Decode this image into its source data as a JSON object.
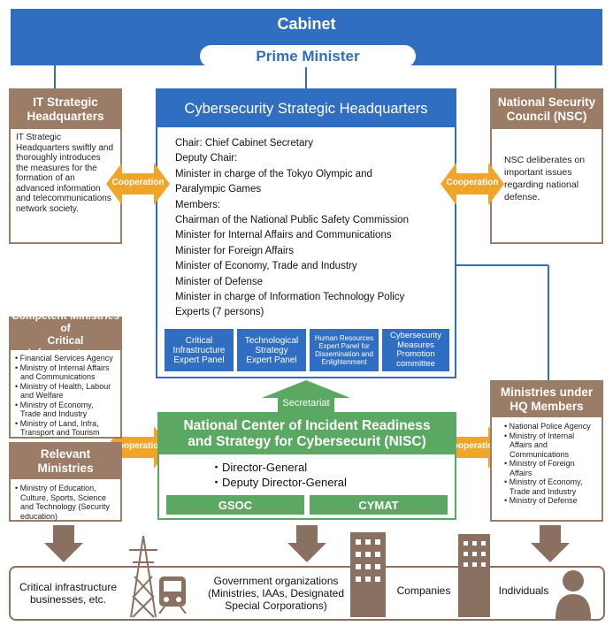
{
  "cabinet": {
    "title": "Cabinet",
    "pm": "Prime Minister"
  },
  "it_hq": {
    "title_line1": "IT Strategic",
    "title_line2": "Headquarters",
    "desc": "IT Strategic Headquarters swiftly and thoroughly introduces the measures for the formation of an advanced information and telecommunications network society."
  },
  "nsc": {
    "title_line1": "National Security",
    "title_line2": "Council (NSC)",
    "desc": "NSC deliberates on important issues regarding national defense."
  },
  "cshq": {
    "title": "Cybersecurity Strategic Headquarters",
    "lines": [
      "Chair: Chief Cabinet Secretary",
      "Deputy Chair:",
      "Minister in charge of the Tokyo Olympic and",
      "Paralympic Games",
      "Members:",
      "Chairman of the National Public Safety Commission",
      "Minister for Internal Affairs and Communications",
      "Minister for Foreign Affairs",
      "Minister of Economy, Trade and Industry",
      "Minister of Defense",
      "Minister in charge of Information Technology Policy",
      "Experts (7 persons)"
    ],
    "panels": [
      {
        "l1": "Critical",
        "l2": "Infrastructure",
        "l3": "Expert Panel",
        "l4": ""
      },
      {
        "l1": "Technological",
        "l2": "Strategy",
        "l3": "Expert Panel",
        "l4": ""
      },
      {
        "l1": "Human Resources",
        "l2": "Expert Panel for",
        "l3": "Dissemination and",
        "l4": "Enlightenment"
      },
      {
        "l1": "Cybersecurity",
        "l2": "Measures",
        "l3": "Promotion",
        "l4": "committee"
      }
    ]
  },
  "cooperation": "Cooperation",
  "secretariat": "Secretariat",
  "competent": {
    "title_line1": "Competent Ministries of",
    "title_line2": "Critical Infrastructures",
    "items": [
      "• Financial Services Agency",
      "• Ministry of Internal Affairs and Communications",
      "• Ministry of Health, Labour and Welfare",
      "• Ministry of Economy, Trade and Industry",
      "• Ministry of Land, Infra, Transport and Tourism"
    ]
  },
  "relevant": {
    "title_line1": "Relevant",
    "title_line2": "Ministries",
    "items": [
      "• Ministry of Education, Culture, Sports, Science and Technology (Security education)"
    ]
  },
  "nisc": {
    "title_line1": "National Center of Incident Readiness",
    "title_line2": "and Strategy for Cybersecurit (NISC)",
    "roles": [
      "・Director-General",
      "・Deputy Director-General"
    ],
    "units": [
      "GSOC",
      "CYMAT"
    ]
  },
  "hq_members": {
    "title_line1": "Ministries under",
    "title_line2": "HQ Members",
    "items": [
      "• National Police Agency",
      "• Ministry of Internal Affairs and Communications",
      "• Ministry of Foreign Affairs",
      "• Ministry of Economy, Trade and Industry",
      "• Ministry of Defense"
    ]
  },
  "bottom": {
    "critical": "Critical infrastructure businesses, etc.",
    "gov_line1": "Government organizations",
    "gov_line2": "(Ministries, IAAs, Designated",
    "gov_line3": "Special Corporations)",
    "companies": "Companies",
    "individuals": "Individuals"
  },
  "colors": {
    "blue": "#2f6ec0",
    "brown": "#9b7c66",
    "green": "#5aa861",
    "orange": "#f0a52a"
  }
}
